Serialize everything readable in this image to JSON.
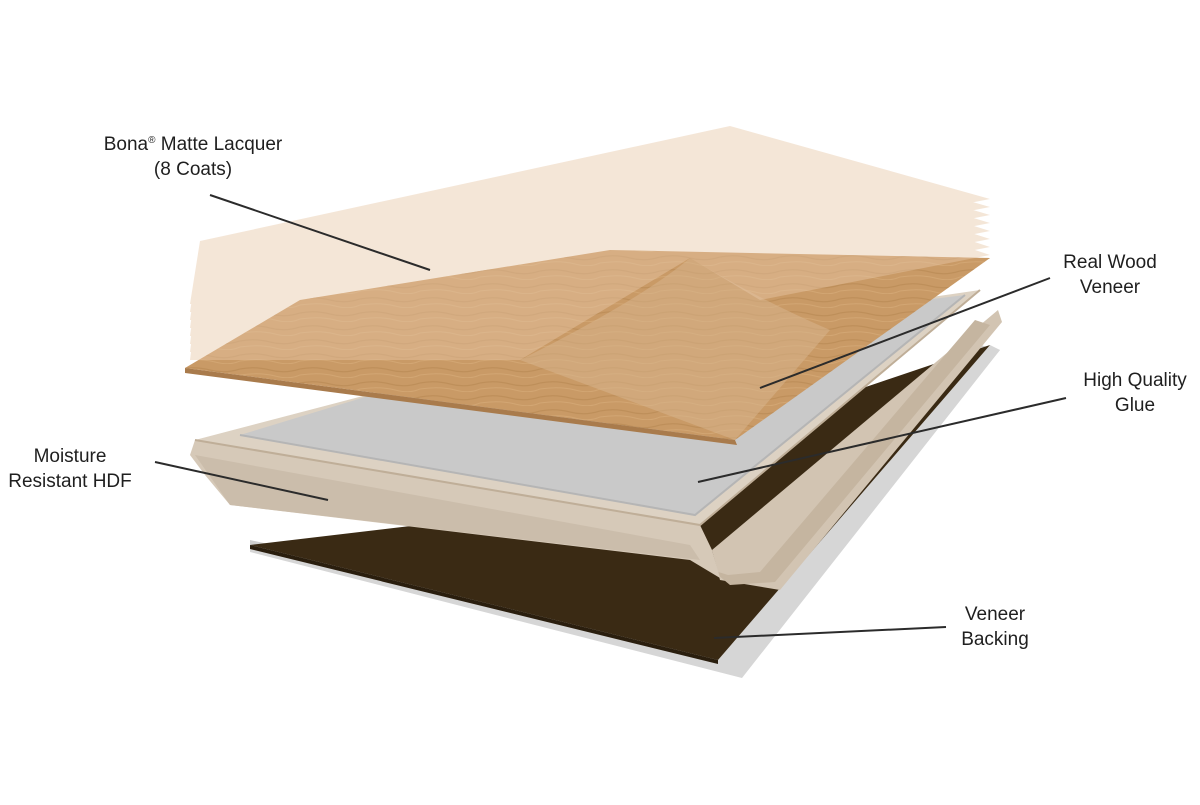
{
  "labels": {
    "lacquer": {
      "line1_brand": "Bona",
      "line1_rest": " Matte Lacquer",
      "line2": "(8 Coats)"
    },
    "veneer": {
      "line1": "Real Wood",
      "line2": "Veneer"
    },
    "glue": {
      "line1": "High Quality",
      "line2": "Glue"
    },
    "hdf": {
      "line1": "Moisture",
      "line2": "Resistant HDF"
    },
    "backing": {
      "line1": "Veneer",
      "line2": "Backing"
    }
  },
  "colors": {
    "lacquer": "#e8c8a8",
    "veneer": "#c99a66",
    "glue": "#c9c9c9",
    "hdf": "#d9ccbc",
    "backing": "#3a2a14",
    "shadow": "#cfcfcf",
    "leader_line": "#2b2b2b"
  }
}
